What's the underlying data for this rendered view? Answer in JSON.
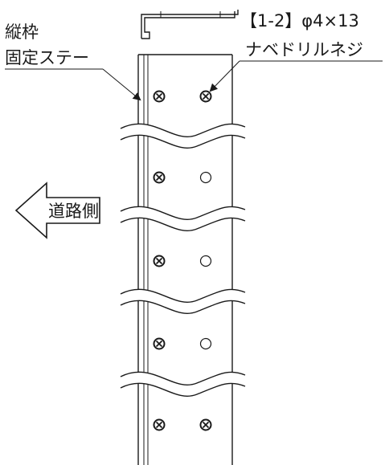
{
  "labels": {
    "stay_line1": "縦枠",
    "stay_line2": "固定ステー",
    "screw_line1": "【1-2】φ4×13",
    "screw_line2": "ナベドリルネジ",
    "direction": "道路側"
  },
  "icons": {
    "screw_hole": "screw-cross-icon",
    "open_hole": "open-hole-icon",
    "direction_arrow": "arrow-left-icon"
  }
}
